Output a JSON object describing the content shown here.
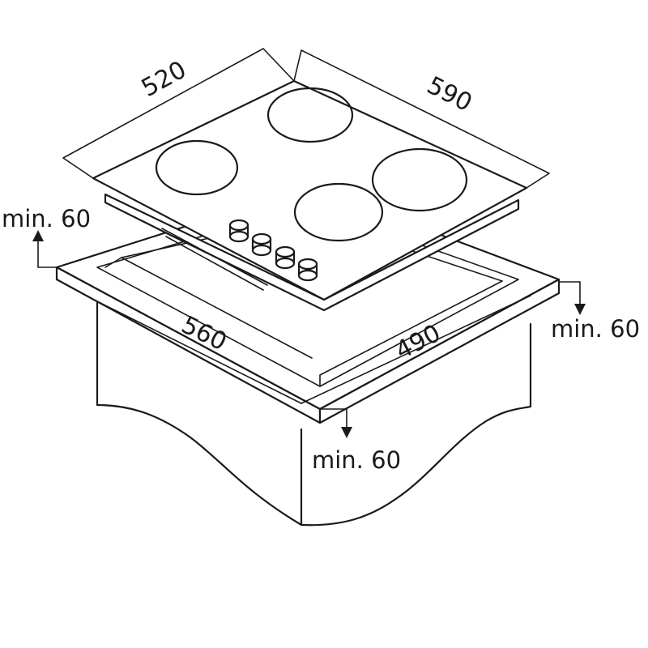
{
  "dimensions": {
    "hob_depth": "520",
    "hob_width": "590",
    "cutout_width": "560",
    "cutout_depth": "490"
  },
  "clearances": {
    "left": "min. 60",
    "right": "min. 60",
    "front": "min. 60"
  },
  "components": {
    "burner_count": 4,
    "knob_count": 4
  },
  "colors": {
    "line": "#1a1a1a",
    "background": "#ffffff"
  }
}
